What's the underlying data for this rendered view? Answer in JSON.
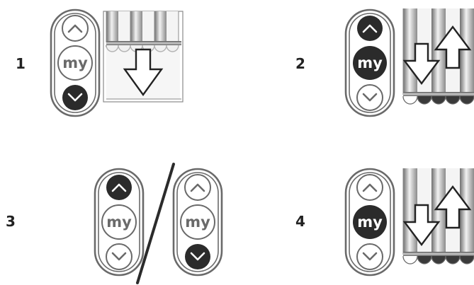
{
  "steps": [
    {
      "number": "1",
      "remote": {
        "up": "off",
        "my": "off",
        "down": "on",
        "my_label": "my"
      },
      "awning": "roll-down"
    },
    {
      "number": "2",
      "remote": {
        "up": "on",
        "my": "on",
        "down": "off",
        "my_label": "my"
      },
      "awning": "up-down"
    },
    {
      "number": "3",
      "remotes": [
        {
          "up": "on",
          "my": "off",
          "down": "off",
          "my_label": "my"
        },
        {
          "up": "off",
          "my": "off",
          "down": "on",
          "my_label": "my"
        }
      ],
      "separator": "slash"
    },
    {
      "number": "4",
      "remote": {
        "up": "off",
        "my": "on",
        "down": "off",
        "my_label": "my"
      },
      "awning": "up-down"
    }
  ],
  "colors": {
    "active": "#2b2b2b",
    "outline": "#5a5a5a",
    "fabric_dark": "#6f6f6f",
    "fabric_light": "#f2f2f2"
  }
}
